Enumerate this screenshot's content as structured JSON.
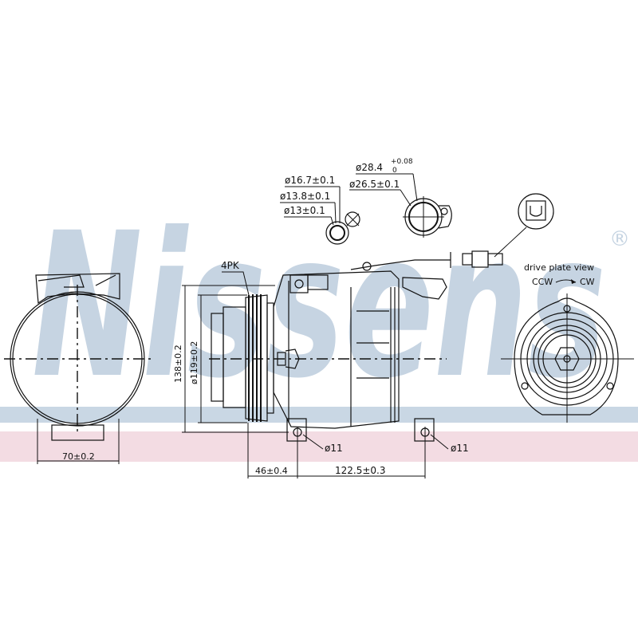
{
  "watermark": {
    "brand": "Nissens",
    "registered": "®",
    "band_blue": "#c9d7e4",
    "band_pink": "#f3dce3"
  },
  "top_detail": {
    "d16_7": "ø16.7±0.1",
    "d13_8": "ø13.8±0.1",
    "d13": "ø13±0.1",
    "d28_4": "ø28.4",
    "d28_4_tol_upper": "+0.08",
    "d28_4_tol_lower": "0",
    "d26_5": "ø26.5±0.1"
  },
  "side_view": {
    "belt": "4PK",
    "height_outer": "138±0.2",
    "diameter_pulley": "ø119±0.2",
    "hole_left": "ø11",
    "hole_right": "ø11",
    "offset": "46±0.4",
    "mount_spacing": "122.5±0.3"
  },
  "left_view": {
    "width": "70±0.2"
  },
  "right_view": {
    "title": "drive plate view",
    "ccw": "CCW",
    "cw": "CW"
  }
}
